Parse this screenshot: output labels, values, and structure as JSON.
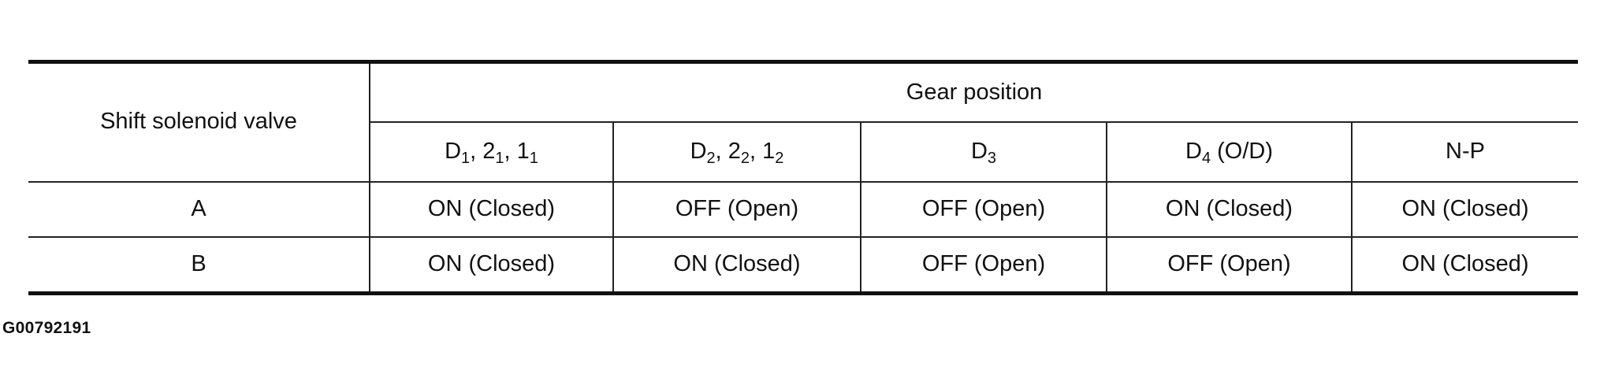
{
  "table": {
    "row_header_label": "Shift solenoid valve",
    "group_header": "Gear position",
    "columns": [
      {
        "parts": [
          {
            "base": "D",
            "sub": "1"
          },
          {
            "sep": ", "
          },
          {
            "base": "2",
            "sub": "1"
          },
          {
            "sep": ", "
          },
          {
            "base": "1",
            "sub": "1"
          }
        ]
      },
      {
        "parts": [
          {
            "base": "D",
            "sub": "2"
          },
          {
            "sep": ", "
          },
          {
            "base": "2",
            "sub": "2"
          },
          {
            "sep": ", "
          },
          {
            "base": "1",
            "sub": "2"
          }
        ]
      },
      {
        "parts": [
          {
            "base": "D",
            "sub": "3"
          }
        ]
      },
      {
        "parts": [
          {
            "base": "D",
            "sub": "4"
          },
          {
            "sep": " (O/D)"
          }
        ]
      },
      {
        "parts": [
          {
            "base": "N-P"
          }
        ]
      }
    ],
    "rows": [
      {
        "valve": "A",
        "cells": [
          "ON (Closed)",
          "OFF (Open)",
          "OFF (Open)",
          "ON (Closed)",
          "ON (Closed)"
        ]
      },
      {
        "valve": "B",
        "cells": [
          "ON (Closed)",
          "ON (Closed)",
          "OFF (Open)",
          "OFF (Open)",
          "ON (Closed)"
        ]
      }
    ]
  },
  "figure_id": "G00792191"
}
